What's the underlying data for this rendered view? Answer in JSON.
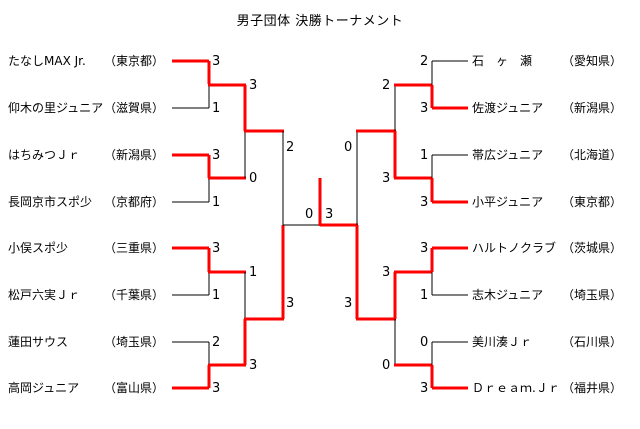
{
  "title": "男子団体 決勝トーナメント",
  "colors": {
    "winner_line": "#ff0000",
    "loser_line": "#000000"
  },
  "left_teams": [
    {
      "name": "たなしMAX Jr.",
      "prefecture": "（東京都）",
      "score": "3",
      "winner": true
    },
    {
      "name": "仰木の里ジュニア",
      "prefecture": "（滋賀県）",
      "score": "1",
      "winner": false
    },
    {
      "name": "はちみつＪｒ",
      "prefecture": "（新潟県）",
      "score": "3",
      "winner": true
    },
    {
      "name": "長岡京市スポ少",
      "prefecture": "（京都府）",
      "score": "1",
      "winner": false
    },
    {
      "name": "小俣スポ少",
      "prefecture": "（三重県）",
      "score": "3",
      "winner": true
    },
    {
      "name": "松戸六実Ｊｒ",
      "prefecture": "（千葉県）",
      "score": "1",
      "winner": false
    },
    {
      "name": "蓮田サウス",
      "prefecture": "（埼玉県）",
      "score": "2",
      "winner": false
    },
    {
      "name": "高岡ジュニア",
      "prefecture": "（富山県）",
      "score": "3",
      "winner": true
    }
  ],
  "right_teams": [
    {
      "name": "石　ヶ　瀬",
      "prefecture": "（愛知県）",
      "score": "2",
      "winner": false
    },
    {
      "name": "佐渡ジュニア",
      "prefecture": "（新潟県）",
      "score": "3",
      "winner": true
    },
    {
      "name": "帯広ジュニア",
      "prefecture": "（北海道）",
      "score": "1",
      "winner": false
    },
    {
      "name": "小平ジュニア",
      "prefecture": "（東京都）",
      "score": "3",
      "winner": true
    },
    {
      "name": "ハルトノクラブ",
      "prefecture": "（茨城県）",
      "score": "3",
      "winner": true
    },
    {
      "name": "志木ジュニア",
      "prefecture": "（埼玉県）",
      "score": "1",
      "winner": false
    },
    {
      "name": "美川湊Ｊｒ",
      "prefecture": "（石川県）",
      "score": "0",
      "winner": false
    },
    {
      "name": "Ｄｒｅａｍ.Ｊｒ",
      "prefecture": "（福井県）",
      "score": "3",
      "winner": true
    }
  ],
  "left_round2": [
    {
      "score": "3",
      "winner": true
    },
    {
      "score": "0",
      "winner": false
    },
    {
      "score": "1",
      "winner": false
    },
    {
      "score": "3",
      "winner": true
    }
  ],
  "right_round2": [
    {
      "score": "2",
      "winner": false
    },
    {
      "score": "3",
      "winner": true
    },
    {
      "score": "3",
      "winner": true
    },
    {
      "score": "0",
      "winner": false
    }
  ],
  "left_semis": [
    {
      "score": "2",
      "winner": false
    },
    {
      "score": "3",
      "winner": true
    }
  ],
  "right_semis": [
    {
      "score": "0",
      "winner": false
    },
    {
      "score": "3",
      "winner": true
    }
  ],
  "final": {
    "left_score": "0",
    "right_score": "3",
    "winner_side": "right"
  }
}
